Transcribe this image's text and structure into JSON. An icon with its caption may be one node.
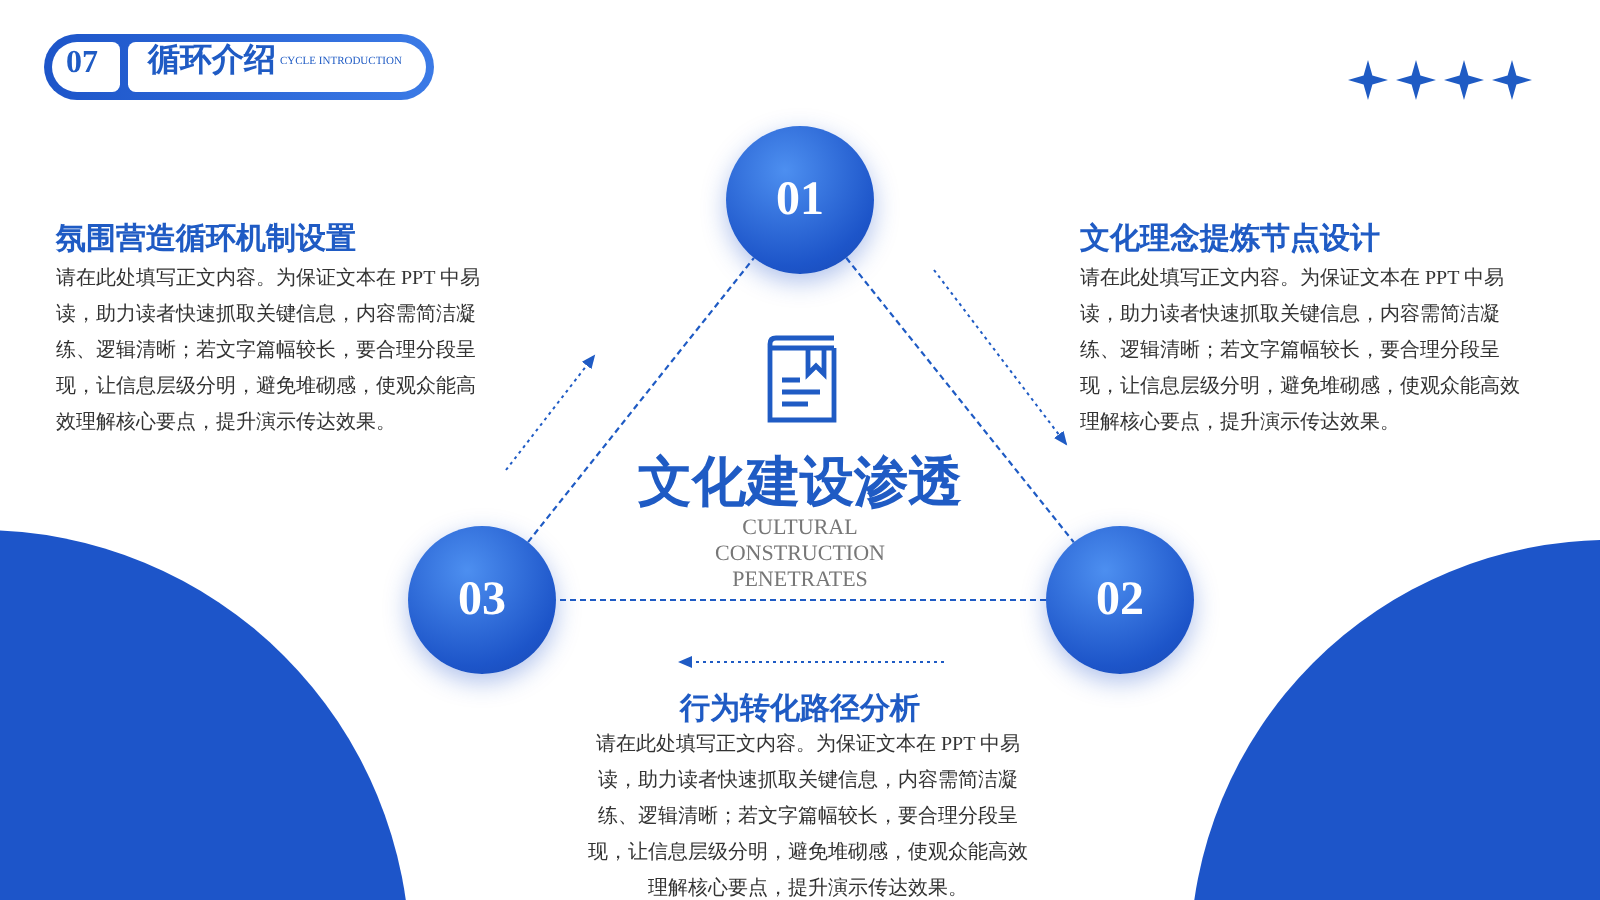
{
  "diagram": {
    "nodes": [
      {
        "text": [
          "07",
          "循环介绍",
          "CYCLE INTRODUCTION"
        ]
      },
      {
        "text": [
          "01"
        ]
      },
      {
        "text": [
          "02"
        ]
      },
      {
        "text": [
          "03"
        ]
      }
    ],
    "edges": [
      {
        "from": 1,
        "to": 2,
        "arrow": "none"
      },
      {
        "from": 2,
        "to": 3,
        "arrow": "none"
      },
      {
        "from": 3,
        "to": 1,
        "arrow": "none"
      }
    ],
    "labels": [
      "氛围营造循环机制设置",
      "请在此处填写正文内容。为保证文本在 PPT 中易读，助力读者快速抓取关键信息，内容需简洁凝练、逻辑清晰；若文字篇幅较长，要合理分段呈现，让信息层级分明，避免堆砌感，使观众能高效理解核心要点，提升演示传达效果。",
      "文化理念提炼节点设计",
      "请在此处填写正文内容。为保证文本在 PPT 中易读，助力读者快速抓取关键信息，内容需简洁凝练、逻辑清晰；若文字篇幅较长，要合理分段呈现，让信息层级分明，避免堆砌感，使观众能高效理解核心要点，提升演示传达效果。",
      "文化建设渗透",
      "CULTURAL CONSTRUCTION PENETRATES",
      "行为转化路径分析",
      "请在此处填写正文内容。为保证文本在 PPT 中易读，助力读者快速抓取关键信息，内容需简洁凝练、逻辑清晰；若文字篇幅较长，要合理分段呈现，让信息层级分明，避免堆砌感，使观众能高效理解核心要点，提升演示传达效果。"
    ]
  }
}
